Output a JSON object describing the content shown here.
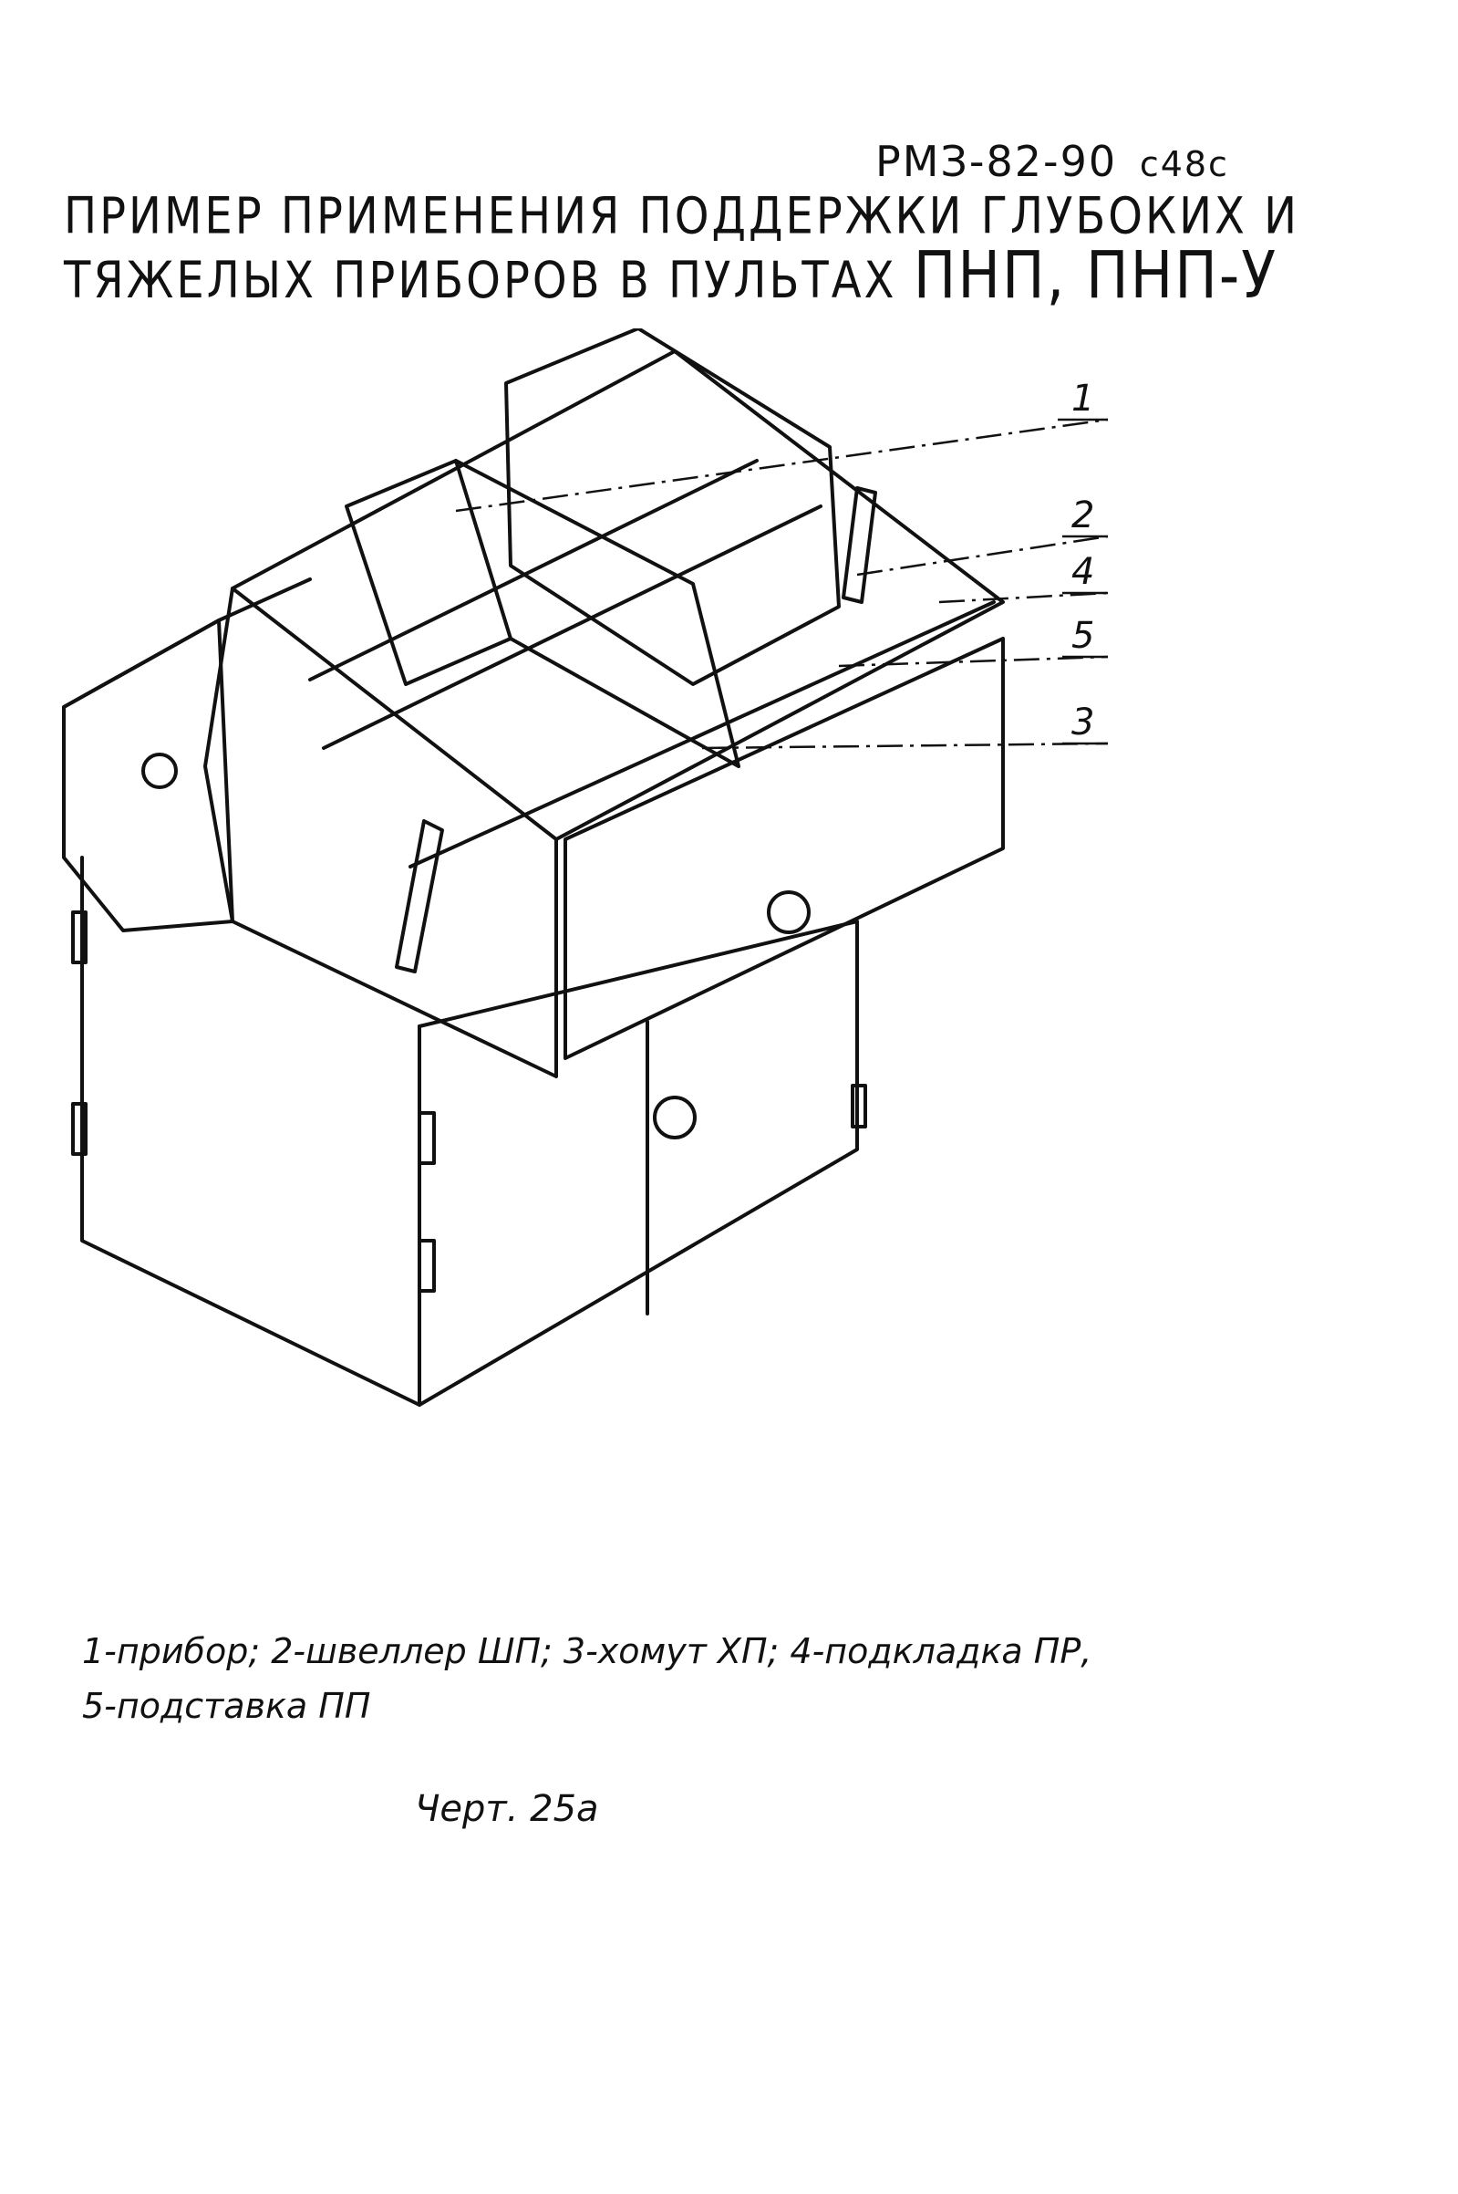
{
  "header": {
    "doc_code": "РМЗ-82-90",
    "sheet": "с48с"
  },
  "title": {
    "line1": "ПРИМЕР ПРИМЕНЕНИЯ ПОДДЕРЖКИ ГЛУБОКИХ И",
    "line2_prefix": "ТЯЖЕЛЫХ ПРИБОРОВ В ПУЛЬТАХ",
    "line2_models": "ПНП, ПНП-У"
  },
  "callouts": [
    "1",
    "2",
    "4",
    "5",
    "3"
  ],
  "legend": {
    "line1": "1-прибор; 2-швеллер ШП; 3-хомут ХП; 4-подкладка ПР,",
    "line2": "5-подставка ПП"
  },
  "figure_caption": "Черт. 25а"
}
